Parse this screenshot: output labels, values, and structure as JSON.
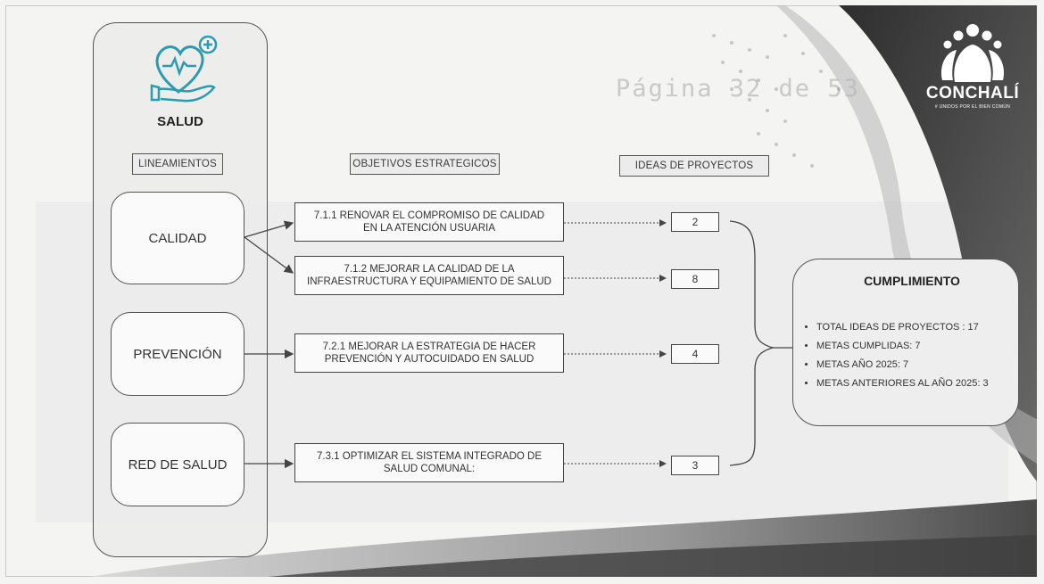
{
  "watermark_text": "Página 32 de 53",
  "section_title": "SALUD",
  "column_headers": {
    "lineamientos": "LINEAMIENTOS",
    "objetivos": "OBJETIVOS ESTRATEGICOS",
    "ideas": "IDEAS DE PROYECTOS"
  },
  "lineamientos": [
    "CALIDAD",
    "PREVENCIÓN",
    "RED DE SALUD"
  ],
  "objetivos": [
    {
      "line1": "7.1.1 RENOVAR EL COMPROMISO DE CALIDAD",
      "line2": "EN LA ATENCIÓN USUARIA"
    },
    {
      "line1": "7.1.2 MEJORAR LA CALIDAD DE LA",
      "line2": "INFRAESTRUCTURA Y EQUIPAMIENTO DE SALUD"
    },
    {
      "line1": "7.2.1 MEJORAR LA ESTRATEGIA DE HACER",
      "line2": "PREVENCIÓN Y AUTOCUIDADO EN SALUD"
    },
    {
      "line1": "7.3.1 OPTIMIZAR EL SISTEMA INTEGRADO DE",
      "line2": "SALUD COMUNAL:"
    }
  ],
  "ideas_counts": [
    "2",
    "8",
    "4",
    "3"
  ],
  "summary": {
    "title": "CUMPLIMIENTO",
    "items": [
      "TOTAL IDEAS DE PROYECTOS : 17",
      "METAS CUMPLIDAS: 7",
      "METAS AÑO 2025: 7",
      "METAS ANTERIORES AL AÑO 2025: 3"
    ]
  },
  "logo": {
    "name": "CONCHALÍ",
    "slogan": "# UNIDOS POR EL BIEN COMÚN"
  },
  "colors": {
    "swoosh_dark": "#3a3a3a",
    "swoosh_mid": "#8a8a8a",
    "border": "#555555"
  }
}
